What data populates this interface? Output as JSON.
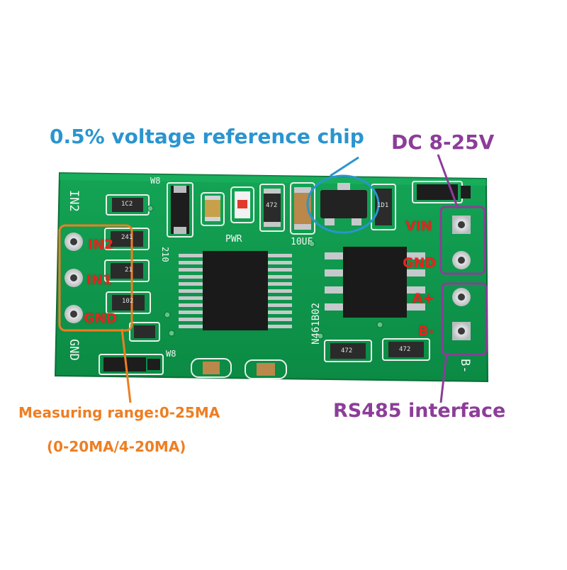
{
  "callouts": {
    "reference_chip": "0.5% voltage reference chip",
    "dc_supply": "DC 8-25V",
    "rs485": "RS485 interface",
    "range_line1": "Measuring range:0-25MA",
    "range_line2": "(0-20MA/4-20MA)"
  },
  "pins_left": [
    "IN2",
    "IN1",
    "GND"
  ],
  "pins_right": [
    "VIN",
    "GND",
    "A+",
    "B-"
  ],
  "silkscreen": {
    "top_left": "IN2",
    "bottom_left": "GND",
    "bottom_right": "B-",
    "pwr": "PWR",
    "cap": "10UF",
    "ref": "210",
    "board_id": "N461B02",
    "w8_top": "W8",
    "w8_bottom": "W8"
  },
  "chip_codes": {
    "r_1c2": "1C2",
    "r_241": "241",
    "r_21": "21",
    "r_102": "102",
    "r_472_top": "472",
    "r_1d1": "1D1",
    "r_472_a": "472",
    "r_472_b": "472"
  },
  "colors": {
    "pcb": "#0f9a4e",
    "reference_callout": "#2a95cf",
    "range_callout": "#ee7e22",
    "power_callout": "#8c3d99",
    "pin_label": "#e8241c"
  }
}
